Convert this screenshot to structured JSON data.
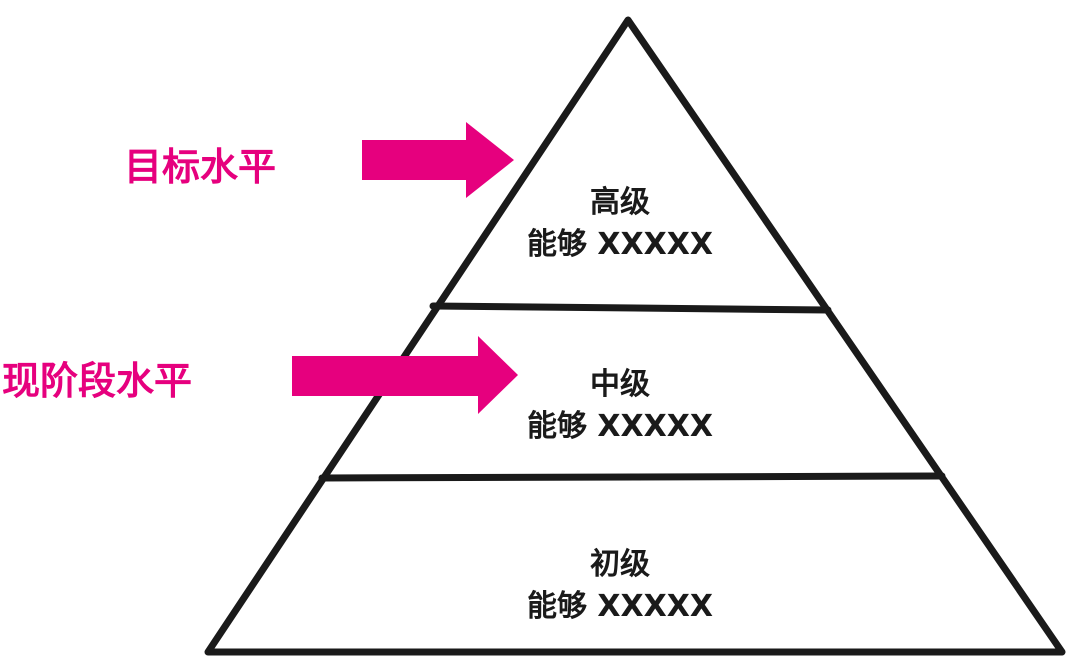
{
  "colors": {
    "accent": "#e6007e",
    "ink": "#1a1a1a"
  },
  "markers": [
    {
      "label": "目标水平",
      "points_to": "高级"
    },
    {
      "label": "现阶段水平",
      "points_to": "中级"
    }
  ],
  "levels": [
    {
      "title": "高级",
      "desc": "能够 XXXXX"
    },
    {
      "title": "中级",
      "desc": "能够 XXXXX"
    },
    {
      "title": "初级",
      "desc": "能够 XXXXX"
    }
  ]
}
